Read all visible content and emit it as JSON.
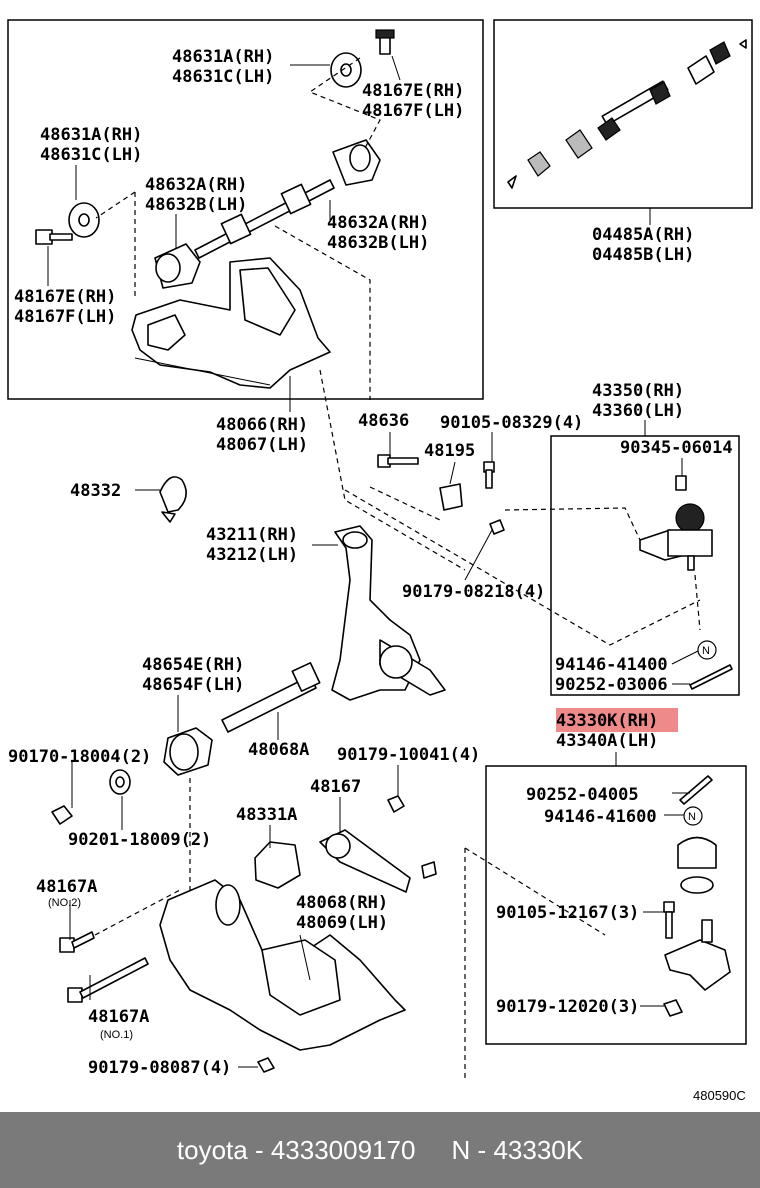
{
  "callouts": {
    "p48631a_rh": "48631A(RH)",
    "p48631c_lh": "48631C(LH)",
    "p48167e_rh_top": "48167E(RH)",
    "p48167f_lh_top": "48167F(LH)",
    "p48631a_rh_2": "48631A(RH)",
    "p48631c_lh_2": "48631C(LH)",
    "p48632a_rh": "48632A(RH)",
    "p48632b_lh": "48632B(LH)",
    "p48632a_rh_2": "48632A(RH)",
    "p48632b_lh_2": "48632B(LH)",
    "p48167e_rh_left": "48167E(RH)",
    "p48167f_lh_left": "48167F(LH)",
    "p04485a_rh": "04485A(RH)",
    "p04485b_lh": "04485B(LH)",
    "p48066_rh": "48066(RH)",
    "p48067_lh": "48067(LH)",
    "p48636": "48636",
    "p90105_08329": "90105-08329(4)",
    "p48195": "48195",
    "p43350_rh": "43350(RH)",
    "p43360_lh": "43360(LH)",
    "p90345_06014": "90345-06014",
    "p48332": "48332",
    "p43211_rh": "43211(RH)",
    "p43212_lh": "43212(LH)",
    "p90179_08218": "90179-08218(4)",
    "p94146_41400": "94146-41400",
    "p90252_03006": "90252-03006",
    "p48654e_rh": "48654E(RH)",
    "p48654f_lh": "48654F(LH)",
    "p43330k_rh": "43330K(RH)",
    "p43340a_lh": "43340A(LH)",
    "p90170_18004": "90170-18004(2)",
    "p48068a": "48068A",
    "p90179_10041": "90179-10041(4)",
    "p90252_04005": "90252-04005",
    "p90201_18009": "90201-18009(2)",
    "p48167": "48167",
    "p94146_41600": "94146-41600",
    "p48331a": "48331A",
    "p48167a_no2": "48167A",
    "no2": "(NO.2)",
    "p48068_rh": "48068(RH)",
    "p48069_lh": "48069(LH)",
    "p90105_12167": "90105-12167(3)",
    "p48167a_no1": "48167A",
    "no1": "(NO.1)",
    "p90179_12020": "90179-12020(3)",
    "p90179_08087": "90179-08087(4)",
    "marker_n": "N"
  },
  "diagram_code": "480590C",
  "highlight_color": "#ee8a8a",
  "footer": "toyota - 4333009170     N - 43330K"
}
